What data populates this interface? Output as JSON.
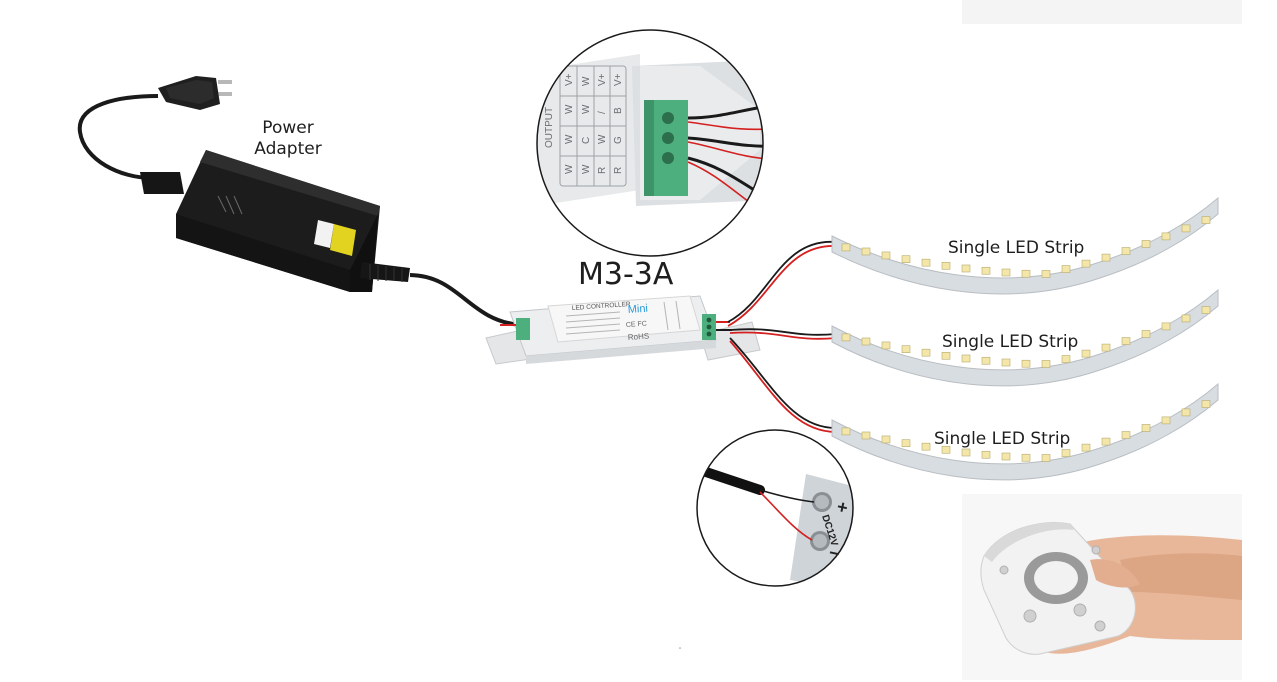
{
  "labels": {
    "power_adapter_line1": "Power",
    "power_adapter_line2": "Adapter",
    "model": "M3-3A",
    "strip_1": "Single LED Strip",
    "strip_2": "Single LED Strip",
    "strip_3": "Single LED Strip"
  },
  "controller": {
    "title": "LED CONTROLLER",
    "brand": "Mini",
    "marks": "CE FC",
    "rohs": "RoHS"
  },
  "terminal_zoom": {
    "output_label": "OUTPUT",
    "col_labels": [
      [
        "V+",
        "W",
        "W",
        "W"
      ],
      [
        "W",
        "W",
        "C",
        "W"
      ],
      [
        "V+",
        "/",
        "W",
        "R"
      ],
      [
        "V+",
        "B",
        "G",
        "R"
      ]
    ]
  },
  "polarity_zoom": {
    "plus": "+",
    "minus": "−",
    "voltage": "DC12V"
  },
  "colors": {
    "wire": "#1a1a1a",
    "red_wire": "#d42020",
    "adapter_body": "#1c1c1c",
    "adapter_label": "#e1d320",
    "strip_base": "#d8dde2",
    "led_chip": "#f3e6a8",
    "terminal_green": "#4caf7d",
    "controller_body": "#eceef0"
  }
}
